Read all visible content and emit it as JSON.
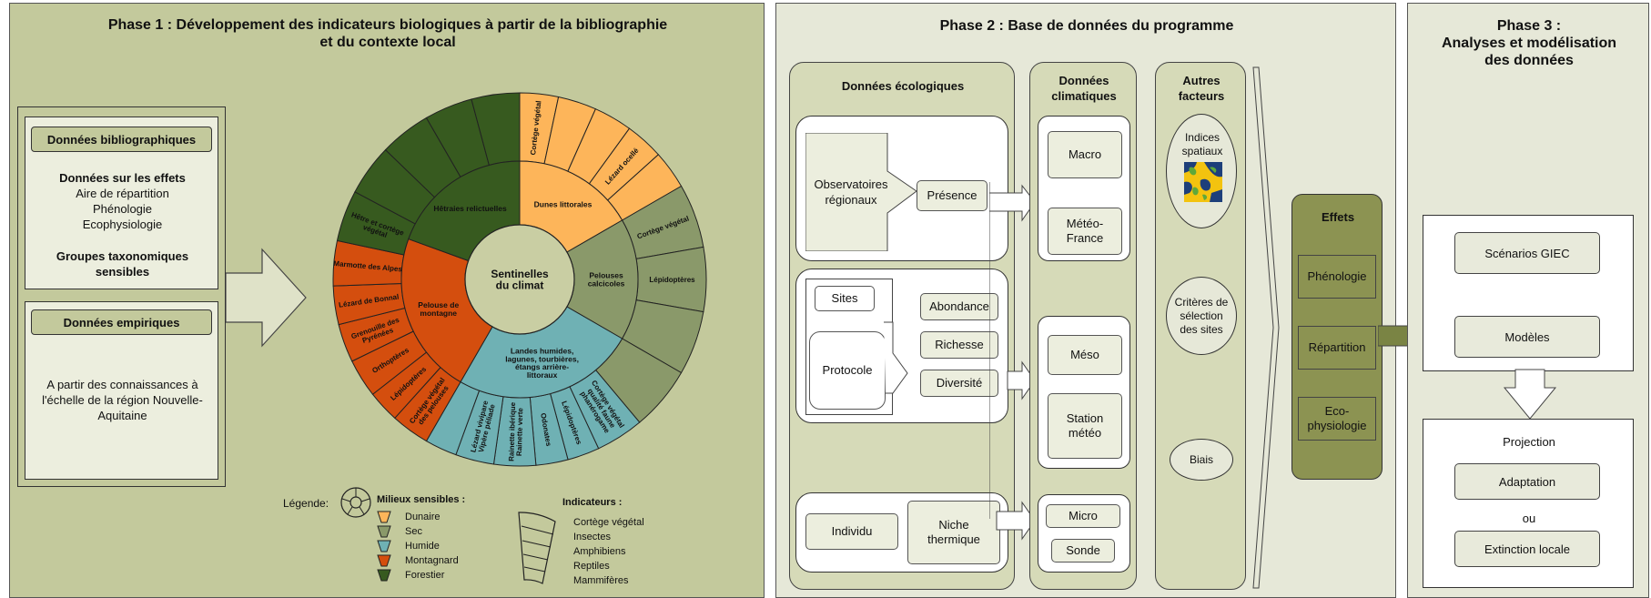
{
  "phase1": {
    "title": "Phase 1 : Développement des indicateurs biologiques à partir de la bibliographie\net du contexte local",
    "biblio": {
      "header": "Données bibliographiques",
      "effects_title": "Données sur les effets",
      "effects": [
        "Aire de répartition",
        "Phénologie",
        "Ecophysiologie"
      ],
      "groups_title": "Groupes taxonomiques\nsensibles"
    },
    "empirique": {
      "header": "Données empiriques",
      "text": "A partir des connaissances à\nl'échelle de la région Nouvelle-\nAquitaine"
    },
    "wheel": {
      "center": "Sentinelles\ndu climat",
      "colors": {
        "dunaire": "#fdb55a",
        "sec": "#8a996a",
        "humide": "#6fb1b4",
        "montagnard": "#d44e0e",
        "forestier": "#375a1f"
      },
      "milieux": [
        {
          "key": "dunaire",
          "label": "Dunes littorales",
          "start": 0,
          "end": 60
        },
        {
          "key": "sec",
          "label": "Pelouses\ncalcicoles",
          "start": 60,
          "end": 120
        },
        {
          "key": "humide",
          "label": "Landes humides,\nlagunes, tourbières,\nétangs arrière-\nlittoraux",
          "start": 120,
          "end": 210
        },
        {
          "key": "montagnard",
          "label": "Pelouse de\nmontagne",
          "start": 210,
          "end": 290
        },
        {
          "key": "forestier",
          "label": "Hêtraies relictuelles",
          "start": 290,
          "end": 360
        }
      ],
      "indicateurs": [
        {
          "key": "dunaire",
          "label": "Cortège végétal",
          "start": 0,
          "end": 12
        },
        {
          "key": "dunaire",
          "label": "",
          "start": 12,
          "end": 24
        },
        {
          "key": "dunaire",
          "label": "",
          "start": 24,
          "end": 36
        },
        {
          "key": "dunaire",
          "label": "Lézard ocellé",
          "start": 36,
          "end": 48
        },
        {
          "key": "dunaire",
          "label": "",
          "start": 48,
          "end": 60
        },
        {
          "key": "sec",
          "label": "Cortège végétal",
          "start": 60,
          "end": 80
        },
        {
          "key": "sec",
          "label": "Lépidoptères",
          "start": 80,
          "end": 100
        },
        {
          "key": "sec",
          "label": "",
          "start": 100,
          "end": 120
        },
        {
          "key": "sec",
          "label": "",
          "start": 120,
          "end": 140
        },
        {
          "key": "humide",
          "label": "Cortège végétal\nqualité faune\nphanérogame",
          "start": 140,
          "end": 155
        },
        {
          "key": "humide",
          "label": "Lépidoptères",
          "start": 155,
          "end": 165
        },
        {
          "key": "humide",
          "label": "Odonates",
          "start": 165,
          "end": 175
        },
        {
          "key": "humide",
          "label": "Rainette ibérique\nRainette verte",
          "start": 175,
          "end": 188
        },
        {
          "key": "humide",
          "label": "Lézard vivipare\nVipère péliade",
          "start": 188,
          "end": 200
        },
        {
          "key": "humide",
          "label": "",
          "start": 200,
          "end": 210
        },
        {
          "key": "montagnard",
          "label": "Cortège végétal\ndes pelouses",
          "start": 210,
          "end": 222
        },
        {
          "key": "montagnard",
          "label": "Lépidoptères",
          "start": 222,
          "end": 232
        },
        {
          "key": "montagnard",
          "label": "Orthoptères",
          "start": 232,
          "end": 244
        },
        {
          "key": "montagnard",
          "label": "Grenouille des\nPyrénées",
          "start": 244,
          "end": 256
        },
        {
          "key": "montagnard",
          "label": "Lézard de Bonnal",
          "start": 256,
          "end": 268
        },
        {
          "key": "montagnard",
          "label": "Marmotte des Alpes",
          "start": 268,
          "end": 282
        },
        {
          "key": "forestier",
          "label": "Hêtre et cortège\nvégétal",
          "start": 282,
          "end": 298
        },
        {
          "key": "forestier",
          "label": "",
          "start": 298,
          "end": 314
        },
        {
          "key": "forestier",
          "label": "",
          "start": 314,
          "end": 330
        },
        {
          "key": "forestier",
          "label": "",
          "start": 330,
          "end": 345
        },
        {
          "key": "forestier",
          "label": "",
          "start": 345,
          "end": 360
        }
      ]
    },
    "legend": {
      "label": "Légende:",
      "milieux_title": "Milieux sensibles :",
      "milieux": [
        {
          "key": "dunaire",
          "label": "Dunaire"
        },
        {
          "key": "sec",
          "label": "Sec"
        },
        {
          "key": "humide",
          "label": "Humide"
        },
        {
          "key": "montagnard",
          "label": "Montagnard"
        },
        {
          "key": "forestier",
          "label": "Forestier"
        }
      ],
      "indic_title": "Indicateurs :",
      "indicateurs": [
        "Cortège végétal",
        "Insectes",
        "Amphibiens",
        "Reptiles",
        "Mammifères"
      ]
    }
  },
  "phase2": {
    "title": "Phase 2 : Base de données du programme",
    "eco": {
      "title": "Données écologiques",
      "observatoires": "Observatoires\nrégionaux",
      "presence": "Présence",
      "sites": "Sites",
      "protocole": "Protocole",
      "abondance": "Abondance",
      "richesse": "Richesse",
      "diversite": "Diversité",
      "individu": "Individu",
      "niche": "Niche\nthermique"
    },
    "clim": {
      "title": "Données\nclimatiques",
      "macro": "Macro",
      "meteo_france": "Météo-\nFrance",
      "meso": "Méso",
      "station": "Station\nmétéo",
      "micro": "Micro",
      "sonde": "Sonde"
    },
    "autres": {
      "title": "Autres\nfacteurs",
      "indices": "Indices\nspatiaux",
      "criteres": "Critères de\nsélection\ndes sites",
      "biais": "Biais"
    },
    "effets": {
      "title": "Effets",
      "items": [
        "Phénologie",
        "Répartition",
        "Eco-\nphysiologie"
      ]
    }
  },
  "phase3": {
    "title": "Phase 3 :\nAnalyses et modélisation\ndes données",
    "scenarios": "Scénarios GIEC",
    "modeles": "Modèles",
    "projection": "Projection",
    "adaptation": "Adaptation",
    "ou": "ou",
    "extinction": "Extinction locale"
  }
}
